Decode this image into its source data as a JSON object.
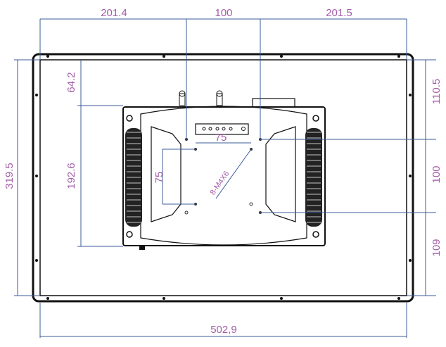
{
  "dimensions": {
    "top_left_width": "201.4",
    "top_center_width": "100",
    "top_right_width": "201.5",
    "bottom_total_width": "502,9",
    "left_total_height": "319.5",
    "left_top_offset": "64.2",
    "left_unit_height": "192.6",
    "right_top_offset": "110.5",
    "right_center_height": "100",
    "right_bottom_offset": "109",
    "vesa_horizontal": "75",
    "vesa_vertical": "75",
    "screw_spec": "8-M4X6"
  },
  "colors": {
    "dimension_text": "#a35ca8",
    "dimension_line": "#3b5c99",
    "outline": "#111111"
  }
}
